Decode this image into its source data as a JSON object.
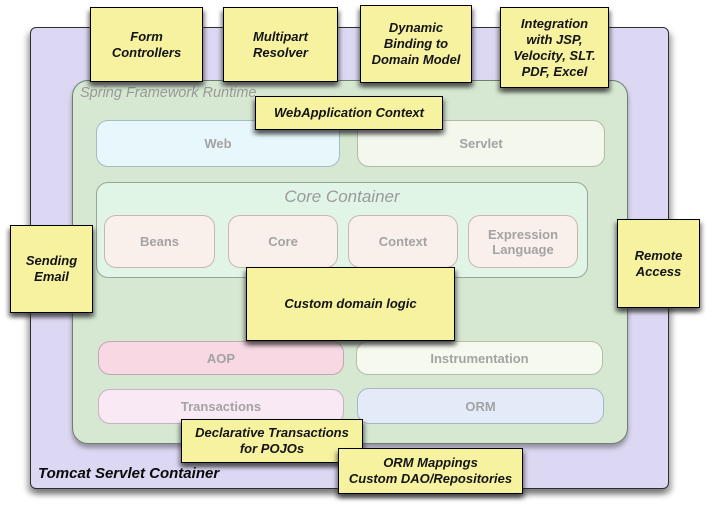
{
  "diagram": {
    "tomcat_label": "Tomcat Servlet Container",
    "runtime_label": "Spring Framework Runtime",
    "core_container_title": "Core Container",
    "modules": {
      "web": "Web",
      "servlet": "Servlet",
      "beans": "Beans",
      "core": "Core",
      "context": "Context",
      "expression_language": "Expression\nLanguage",
      "aop": "AOP",
      "instrumentation": "Instrumentation",
      "transactions": "Transactions",
      "orm": "ORM"
    },
    "notes": {
      "form_controllers": "Form\nControllers",
      "multipart_resolver": "Multipart\nResolver",
      "dynamic_binding": "Dynamic\nBinding to\nDomain Model",
      "integration": "Integration\nwith JSP,\nVelocity, SLT.\nPDF, Excel",
      "webapplication_context": "WebApplication Context",
      "sending_email": "Sending\nEmail",
      "remote_access": "Remote\nAccess",
      "custom_domain_logic": "Custom domain logic",
      "declarative_transactions": "Declarative Transactions\nfor POJOs",
      "orm_mappings": "ORM Mappings\nCustom DAO/Repositories"
    },
    "colors": {
      "note_fill": "#f7f2a0",
      "purple_fill": "#dcd8f3",
      "runtime_fill": "#d6e8d2",
      "core_fill": "#e1f5e6",
      "web_fill": "#e7f7fb",
      "servlet_fill": "#f3f7ec",
      "bean_fill": "#f9efeb",
      "aop_fill": "#f8d8e2",
      "transactions_fill": "#f9e9f4",
      "instrumentation_fill": "#f5f9ee",
      "orm_fill": "#e4ebf8"
    }
  }
}
